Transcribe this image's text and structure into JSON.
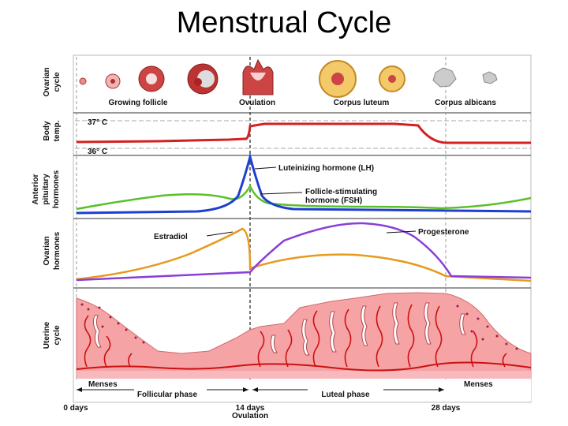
{
  "title": "Menstrual Cycle",
  "sections": {
    "ovarian_cycle": "Ovarian cycle",
    "body_temp": "Body temp.",
    "pituitary": "Anterior pituitary hormones",
    "ovarian_hormones": "Ovarian hormones",
    "uterine": "Uterine cycle"
  },
  "ovarian_stages": {
    "growing": "Growing follicle",
    "ovulation": "Ovulation",
    "luteum": "Corpus luteum",
    "albicans": "Corpus albicans"
  },
  "temperature": {
    "high": "37° C",
    "low": "36° C"
  },
  "hormones": {
    "lh": "Luteinizing hormone (LH)",
    "fsh_line1": "Follicle-stimulating",
    "fsh_line2": "hormone (FSH)",
    "estradiol": "Estradiol",
    "progesterone": "Progesterone"
  },
  "phases": {
    "menses_start": "Menses",
    "follicular": "Follicular phase",
    "luteal": "Luteal phase",
    "menses_end": "Menses"
  },
  "timeline": {
    "day0": "0 days",
    "day14": "14 days",
    "ovulation": "Ovulation",
    "day28": "28 days"
  },
  "colors": {
    "temperature": "#d42020",
    "lh": "#1e3fd0",
    "fsh": "#5cbf2a",
    "estradiol": "#e69a1e",
    "progesterone": "#8a3fd6",
    "endometrium": "#f6a3a6",
    "vessels": "#cc1111"
  }
}
